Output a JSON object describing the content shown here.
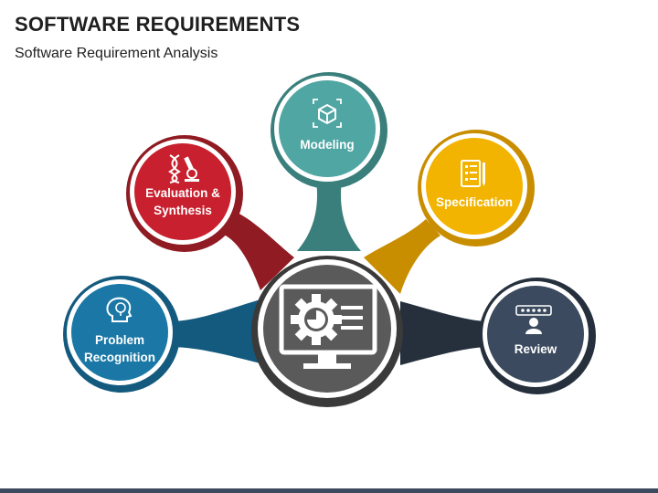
{
  "header": {
    "title": "SOFTWARE REQUIREMENTS",
    "subtitle": "Software Requirement Analysis"
  },
  "center": {
    "icon": "monitor-gear-chart-icon",
    "color": "#5a5a5a",
    "ring_color": "#3a3a3a"
  },
  "nodes": {
    "problem_recognition": {
      "line1": "Problem",
      "line2": "Recognition",
      "icon": "head-idea-icon",
      "color": "#1b78a6",
      "ring_color": "#135a7e"
    },
    "evaluation_synthesis": {
      "line1": "Evaluation &",
      "line2": "Synthesis",
      "icon": "dna-microscope-icon",
      "color": "#c8202e",
      "ring_color": "#901b23"
    },
    "modeling": {
      "line1": "Modeling",
      "icon": "cube-3d-icon",
      "color": "#4fa6a3",
      "ring_color": "#3a7f7c"
    },
    "specification": {
      "line1": "Specification",
      "icon": "document-checklist-icon",
      "color": "#f2b400",
      "ring_color": "#c98d00"
    },
    "review": {
      "line1": "Review",
      "icon": "user-rating-icon",
      "color": "#3b4a5e",
      "ring_color": "#26303d"
    }
  }
}
